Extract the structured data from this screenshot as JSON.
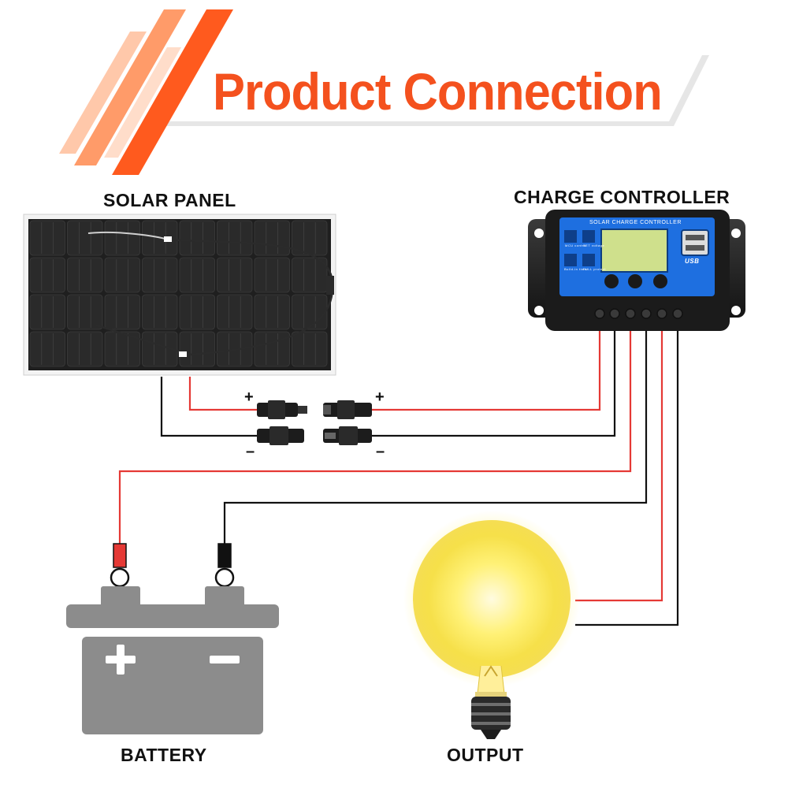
{
  "title": "Product Connection",
  "labels": {
    "solar_panel": "SOLAR PANEL",
    "charge_controller": "CHARGE CONTROLLER",
    "battery": "BATTERY",
    "output": "OUTPUT"
  },
  "controller": {
    "screen_header": "SOLAR CHARGE CONTROLLER",
    "icon_mcu": "MCU control",
    "icon_set": "SET voltage",
    "icon_timer": "Build-in timer",
    "icon_full": "FULL protect",
    "usb": "USB"
  },
  "connector_signs": {
    "left_plus": "+",
    "left_minus": "–",
    "right_plus": "+",
    "right_minus": "–"
  },
  "colors": {
    "accent": "#f4511e",
    "positive_wire": "#e53935",
    "negative_wire": "#111111",
    "battery": "#8c8c8c",
    "controller_blue": "#1e6fe0"
  }
}
